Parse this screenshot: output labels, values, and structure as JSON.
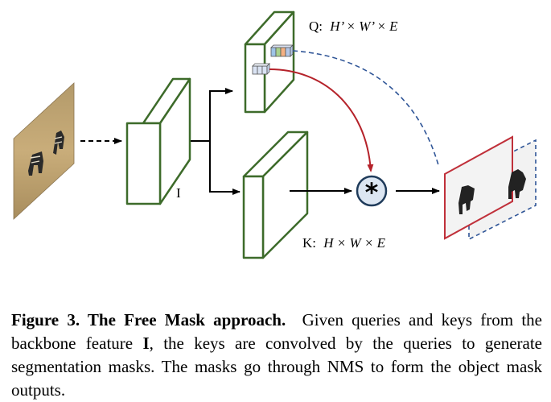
{
  "figure": {
    "label_backbone": "I",
    "label_q_prefix": "Q:",
    "label_q_dims": "H’ × W’ × E",
    "label_k_prefix": "K:",
    "label_k_dims": "H × W × E",
    "conv_operator": "*",
    "colors": {
      "block_outline": "#3d6b2a",
      "query_arc": "#b5222a",
      "dashed_arc": "#2f5597",
      "mask_frame": "#c0303a",
      "conv_node_fill": "#dce6f2",
      "conv_node_stroke": "#1f3b5a"
    }
  },
  "caption": {
    "head": "Figure 3.  The Free Mask approach.",
    "part1": "Given queries and keys from the backbone feature ",
    "symbol": "I",
    "part2": ", the keys are convolved by the queries to generate segmentation masks. The masks go through NMS to form the object mask outputs."
  }
}
